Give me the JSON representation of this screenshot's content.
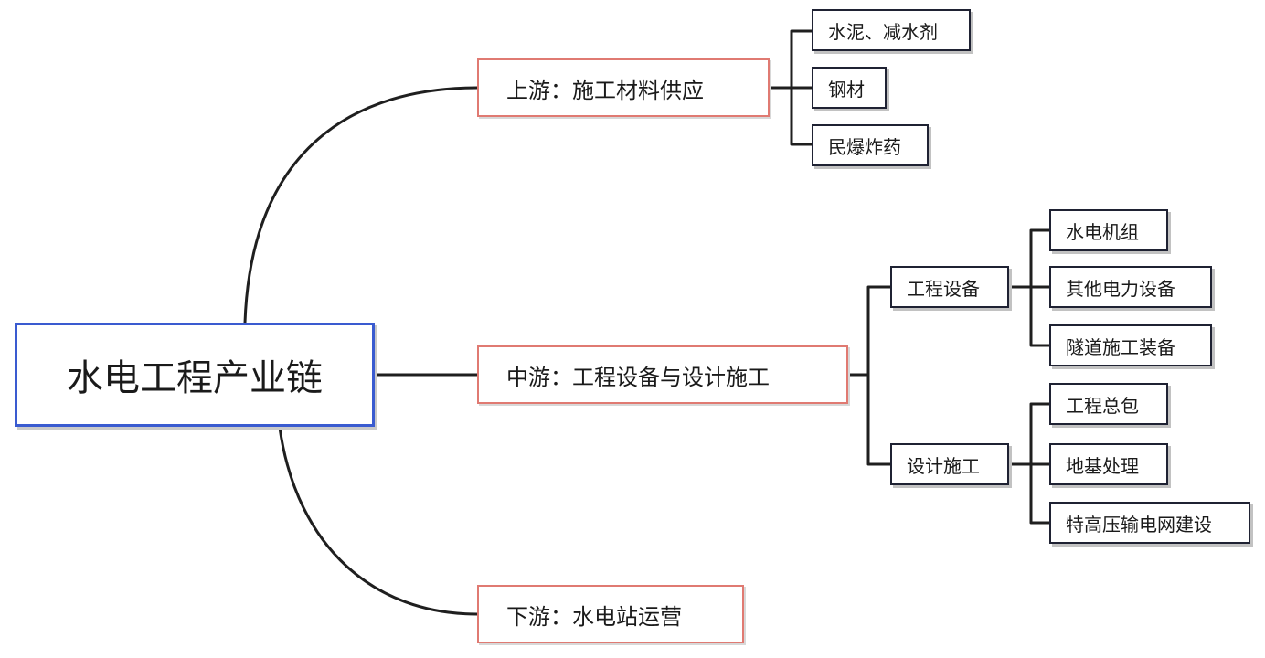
{
  "root": {
    "label": "水电工程产业链"
  },
  "upstream": {
    "label": "上游：施工材料供应",
    "children": [
      "水泥、减水剂",
      "钢材",
      "民爆炸药"
    ]
  },
  "midstream": {
    "label": "中游：工程设备与设计施工",
    "equipment": {
      "label": "工程设备",
      "children": [
        "水电机组",
        "其他电力设备",
        "隧道施工装备"
      ]
    },
    "construction": {
      "label": "设计施工",
      "children": [
        "工程总包",
        "地基处理",
        "特高压输电网建设"
      ]
    }
  },
  "downstream": {
    "label": "下游：水电站运营"
  },
  "colors": {
    "root_border": "#3a5bd0",
    "branch_border": "#e07a72",
    "leaf_border": "#1f2233",
    "connector": "#1f1f1f"
  }
}
